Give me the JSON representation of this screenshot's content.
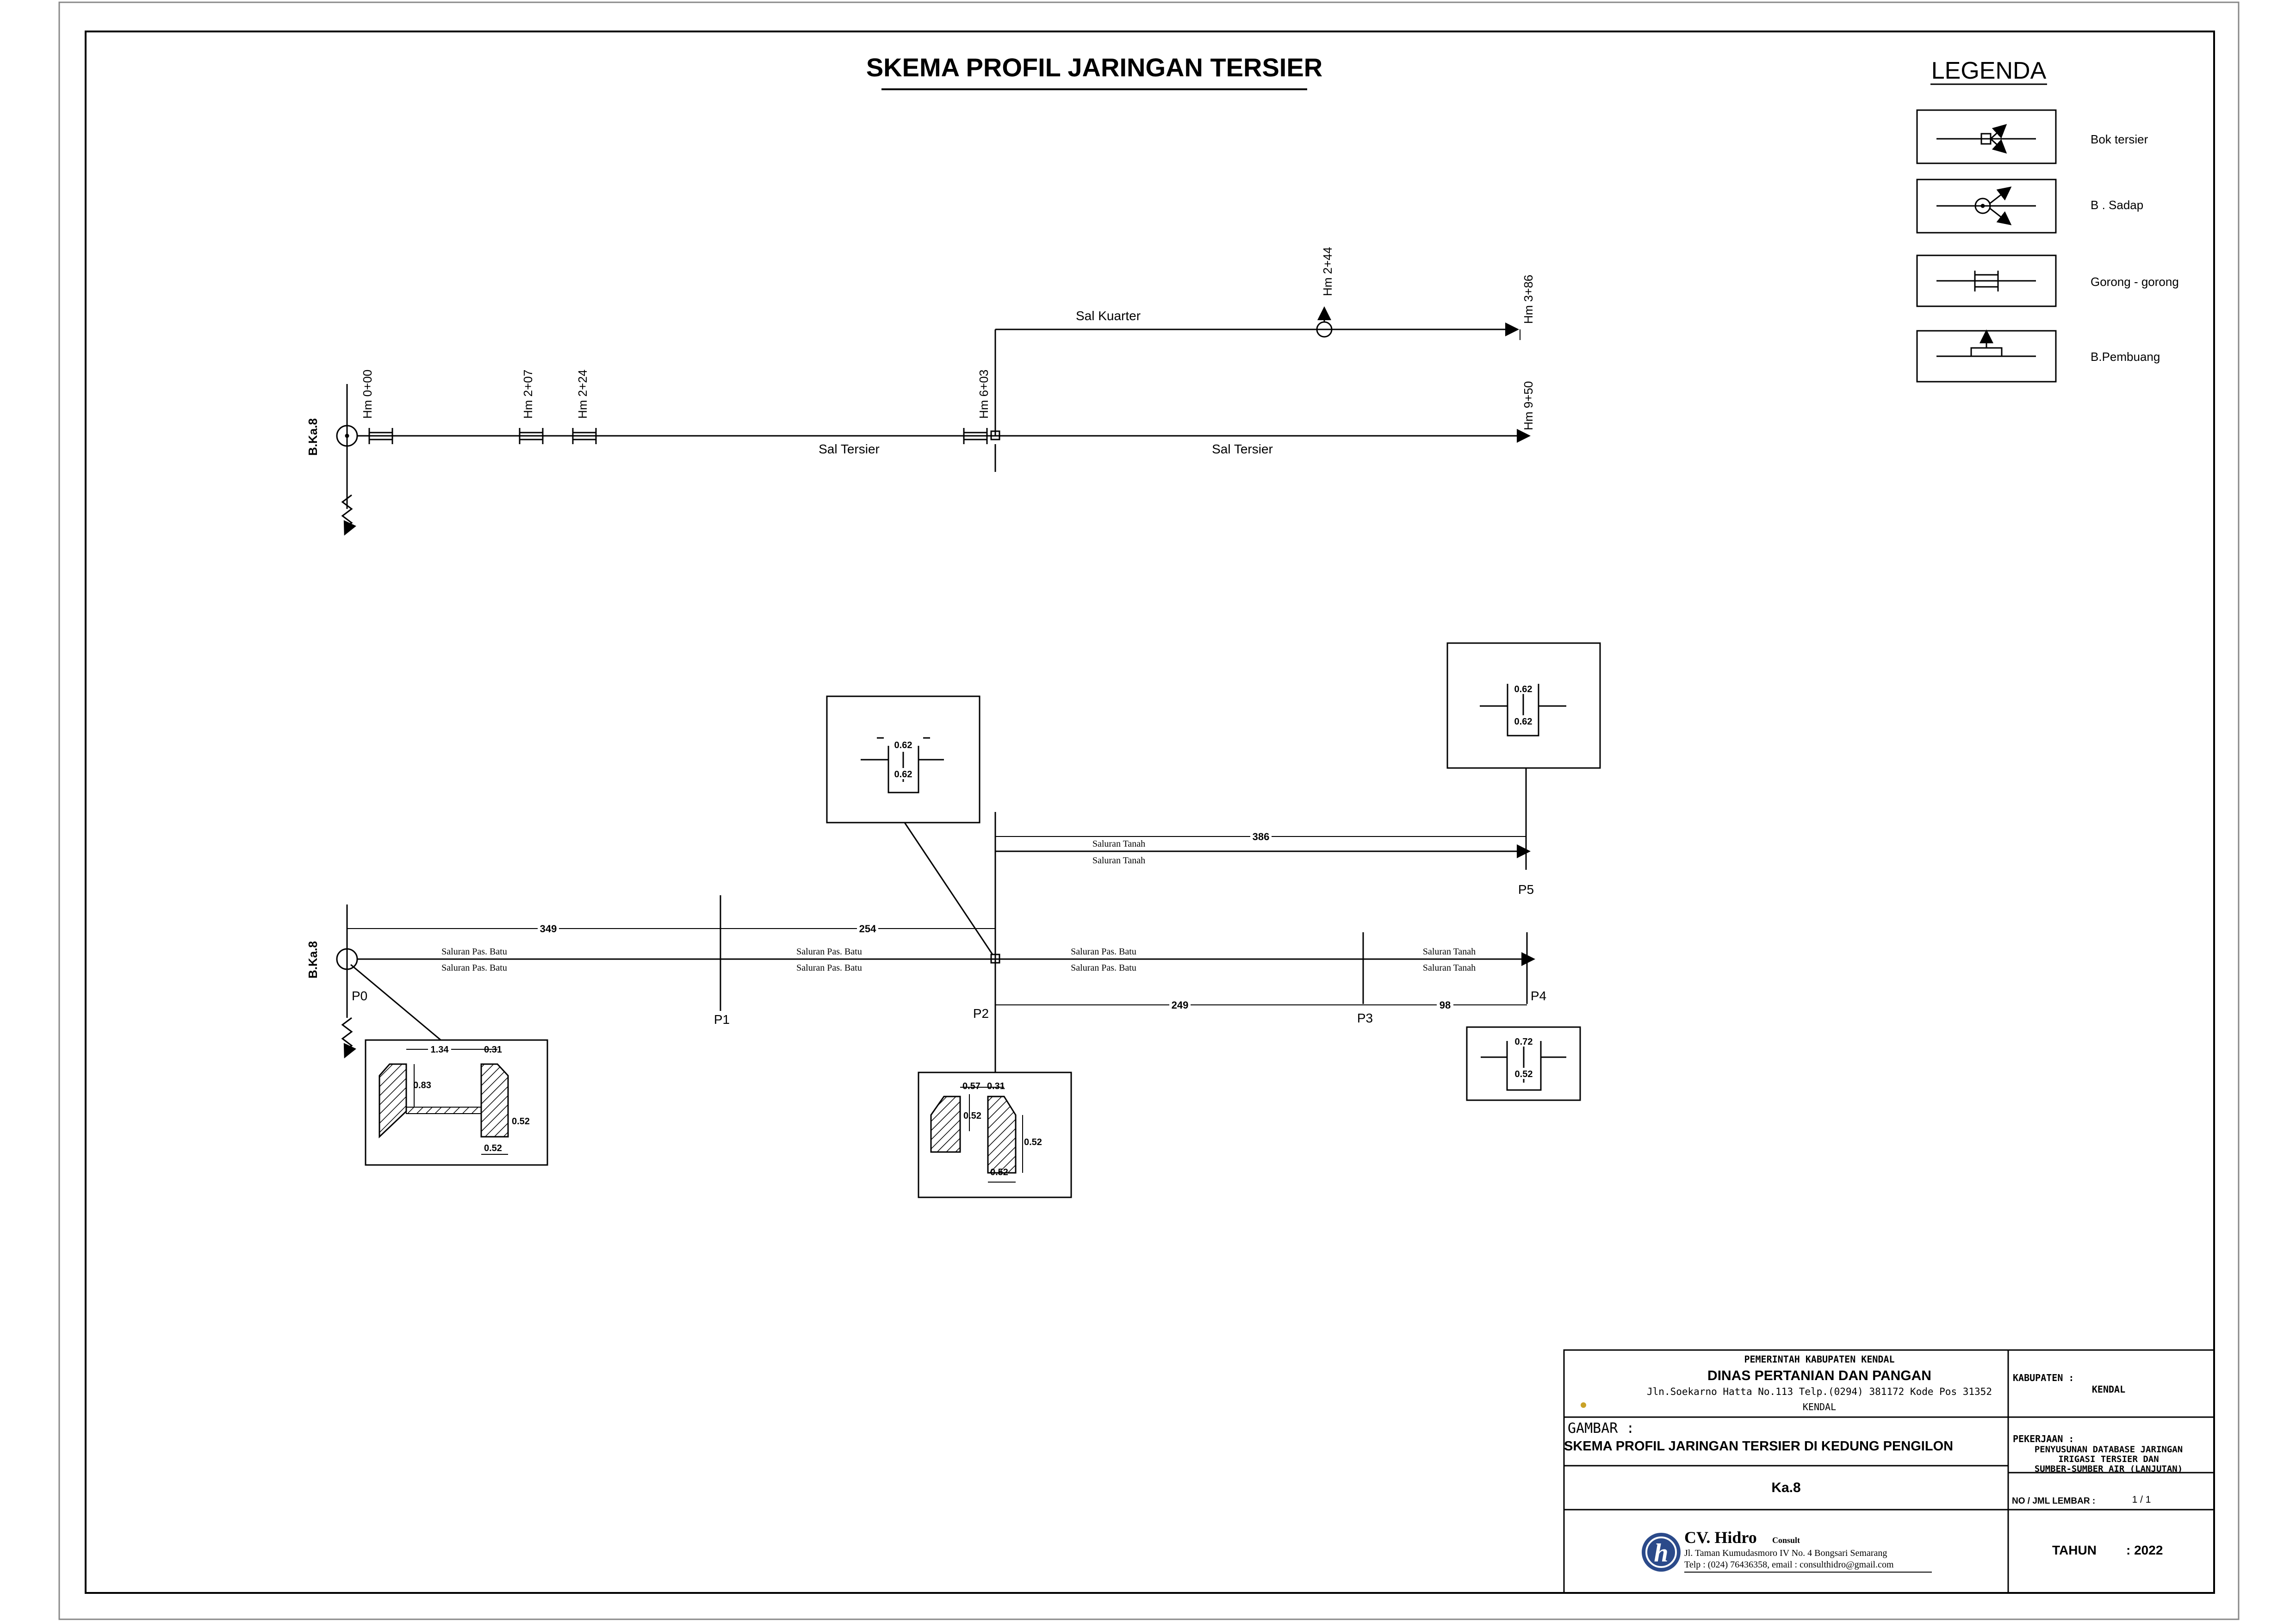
{
  "title": "SKEMA PROFIL JARINGAN TERSIER",
  "legend": {
    "title": "LEGENDA",
    "items": [
      {
        "label": "Bok tersier",
        "icon": "bok-tersier-icon"
      },
      {
        "label": "B . Sadap",
        "icon": "bangunan-sadap-icon"
      },
      {
        "label": "Gorong - gorong",
        "icon": "gorong-gorong-icon"
      },
      {
        "label": "B.Pembuang",
        "icon": "bangunan-pembuang-icon"
      }
    ]
  },
  "skema_top": {
    "bangunan": "B.Ka.8",
    "stations": [
      "Hm 0+00",
      "Hm 2+07",
      "Hm 2+24",
      "Hm 6+03",
      "Hm 9+50",
      "Hm 2+44",
      "Hm 3+86"
    ],
    "channels": [
      "Sal Tersier",
      "Sal Tersier",
      "Sal Kuarter"
    ]
  },
  "skema_bottom": {
    "bangunan": "B.Ka.8",
    "points": [
      "P0",
      "P1",
      "P2",
      "P3",
      "P4",
      "P5"
    ],
    "lengths": [
      "349",
      "254",
      "386",
      "249",
      "98"
    ],
    "channel_labels": {
      "pas_batu": "Saluran Pas. Batu",
      "tanah": "Saluran Tanah"
    },
    "sections": {
      "p0": {
        "top": "1.34",
        "top_r": "0.31",
        "h": "0.83",
        "side": "0.52",
        "bottom": "0.52"
      },
      "p2_upper": {
        "top": "0.62",
        "bottom": "0.62"
      },
      "p2_lower": {
        "top": "0.57",
        "top_r": "0.31",
        "h": "0.52",
        "side": "0.52",
        "bottom": "0.52"
      },
      "p5": {
        "top": "0.62",
        "bottom": "0.62"
      },
      "p4": {
        "top": "0.72",
        "bottom": "0.52"
      }
    }
  },
  "title_block": {
    "gov": "PEMERINTAH KABUPATEN KENDAL",
    "dinas": "DINAS PERTANIAN DAN PANGAN",
    "address": "Jln.Soekarno Hatta No.113 Telp.(0294) 381172 Kode Pos 31352",
    "city": "KENDAL",
    "kabupaten_label": "KABUPATEN :",
    "kabupaten_value": "KENDAL",
    "gambar_label": "GAMBAR :",
    "gambar_value": "SKEMA PROFIL JARINGAN TERSIER DI KEDUNG PENGILON",
    "pekerjaan_label": "PEKERJAAN :",
    "pekerjaan_lines": [
      "PENYUSUNAN DATABASE JARINGAN",
      "IRIGASI TERSIER DAN",
      "SUMBER-SUMBER AIR (LANJUTAN)"
    ],
    "code": "Ka.8",
    "lembar_label": "NO / JML LEMBAR :",
    "lembar_value": "1 / 1",
    "company": "CV. Hidro",
    "company_suffix": "Consult",
    "company_address": "Jl. Taman Kumudasmoro IV No. 4 Bongsari Semarang",
    "company_contact": "Telp : (024) 76436358, email : consulthidro@gmail.com",
    "tahun_label": "TAHUN",
    "tahun_value": ": 2022"
  },
  "colors": {
    "line": "#000000",
    "paper": "#ffffff",
    "logo": "#2b4a8a"
  }
}
